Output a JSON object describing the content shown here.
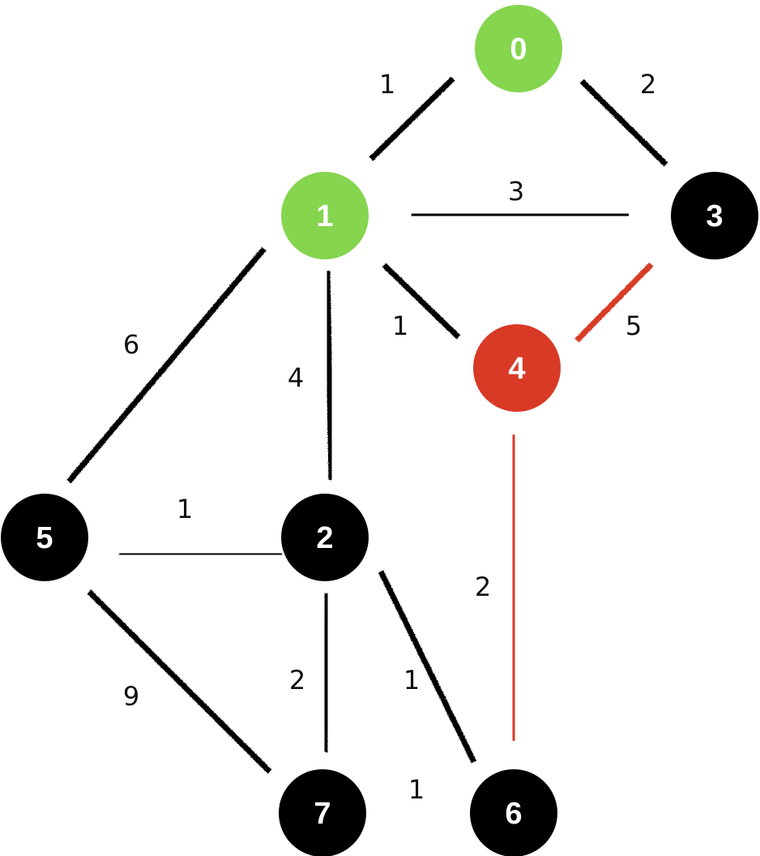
{
  "colors": {
    "visited": "#85d54f",
    "current": "#d83a26",
    "unvisited": "#000000",
    "edge_default": "#000000",
    "edge_highlight": "#d83a26",
    "node_text": "#ffffff",
    "weight_text": "#111111"
  },
  "nodes": [
    {
      "id": "0",
      "label": "0",
      "state": "visited"
    },
    {
      "id": "1",
      "label": "1",
      "state": "visited"
    },
    {
      "id": "2",
      "label": "2",
      "state": "unvisited"
    },
    {
      "id": "3",
      "label": "3",
      "state": "unvisited"
    },
    {
      "id": "4",
      "label": "4",
      "state": "current"
    },
    {
      "id": "5",
      "label": "5",
      "state": "unvisited"
    },
    {
      "id": "6",
      "label": "6",
      "state": "unvisited"
    },
    {
      "id": "7",
      "label": "7",
      "state": "unvisited"
    }
  ],
  "edges": [
    {
      "from": "0",
      "to": "1",
      "weight": "1",
      "highlight": false
    },
    {
      "from": "0",
      "to": "3",
      "weight": "2",
      "highlight": false
    },
    {
      "from": "1",
      "to": "3",
      "weight": "3",
      "highlight": false
    },
    {
      "from": "1",
      "to": "4",
      "weight": "1",
      "highlight": false
    },
    {
      "from": "3",
      "to": "4",
      "weight": "5",
      "highlight": true
    },
    {
      "from": "1",
      "to": "5",
      "weight": "6",
      "highlight": false
    },
    {
      "from": "1",
      "to": "2",
      "weight": "4",
      "highlight": false
    },
    {
      "from": "4",
      "to": "6",
      "weight": "2",
      "highlight": true
    },
    {
      "from": "5",
      "to": "2",
      "weight": "1",
      "highlight": false
    },
    {
      "from": "5",
      "to": "7",
      "weight": "9",
      "highlight": false
    },
    {
      "from": "2",
      "to": "7",
      "weight": "2",
      "highlight": false
    },
    {
      "from": "2",
      "to": "6",
      "weight": "1",
      "highlight": false
    },
    {
      "from": "7",
      "to": "6",
      "weight": "1",
      "highlight": false
    }
  ]
}
